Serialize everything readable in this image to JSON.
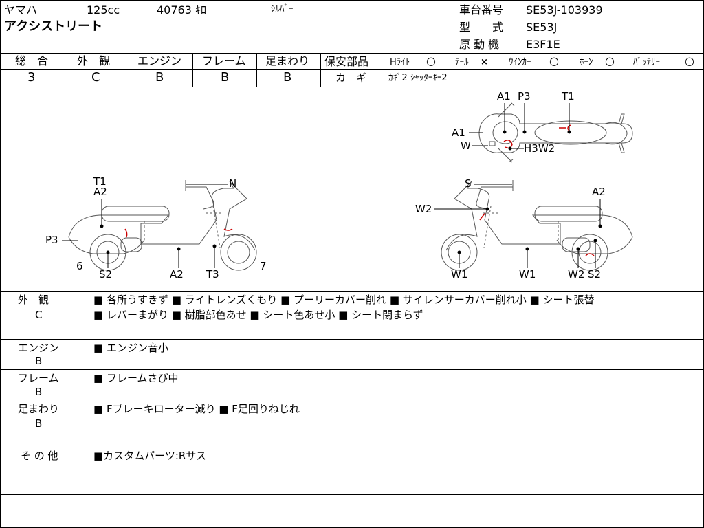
{
  "header": {
    "maker": "ヤマハ",
    "cc": "125cc",
    "mileage": "40763 ｷﾛ",
    "color": "ｼﾙﾊﾞｰ",
    "model_name": "アクシストリート",
    "frame_no_label": "車台番号",
    "frame_no": "SE53J-103939",
    "type_label": "型　　式",
    "type_value": "SE53J",
    "engine_label": "原 動 機",
    "engine_value": "E3F1E"
  },
  "grades": {
    "headers": [
      "総　合",
      "外　観",
      "エンジン",
      "フレーム",
      "足まわり"
    ],
    "values": [
      "3",
      "C",
      "B",
      "B",
      "B"
    ]
  },
  "safety": {
    "label": "保安部品",
    "items": [
      "Hﾗｲﾄ",
      "ﾃｰﾙ",
      "ｳｲﾝｶｰ",
      "ﾎｰﾝ",
      "ﾊﾞｯﾃﾘｰ"
    ],
    "marks": [
      "○",
      "×",
      "○",
      "○",
      "○"
    ],
    "key_label": "カ　ギ",
    "key_value": "ｶｷﾞ2 ｼｬｯﾀｰｷｰ2"
  },
  "diagram_labels": {
    "top": [
      "A1",
      "P3",
      "T1",
      "A1",
      "W",
      "H3W2"
    ],
    "left": [
      "T1",
      "A2",
      "N",
      "P3",
      "6",
      "S2",
      "A2",
      "T3",
      "7"
    ],
    "right": [
      "S",
      "A2",
      "W2",
      "W1",
      "W1",
      "W2",
      "S2"
    ]
  },
  "notes": [
    {
      "category": "外　観",
      "grade": "C",
      "line1": "■ 各所うすきず ■ ライトレンズくもり ■ プーリーカバー削れ ■ サイレンサーカバー削れ小 ■ シート張替",
      "line2": "■ レバーまがり ■ 樹脂部色あせ ■ シート色あせ小 ■ シート閉まらず"
    },
    {
      "category": "エンジン",
      "grade": "B",
      "line1": "■ エンジン音小",
      "line2": ""
    },
    {
      "category": "フレーム",
      "grade": "B",
      "line1": "■ フレームさび中",
      "line2": ""
    },
    {
      "category": "足まわり",
      "grade": "B",
      "line1": "■ Fブレーキローター減り ■ F足回りねじれ",
      "line2": ""
    },
    {
      "category": "そ の 他",
      "grade": "",
      "line1": "■カスタムパーツ:Rサス",
      "line2": ""
    }
  ]
}
